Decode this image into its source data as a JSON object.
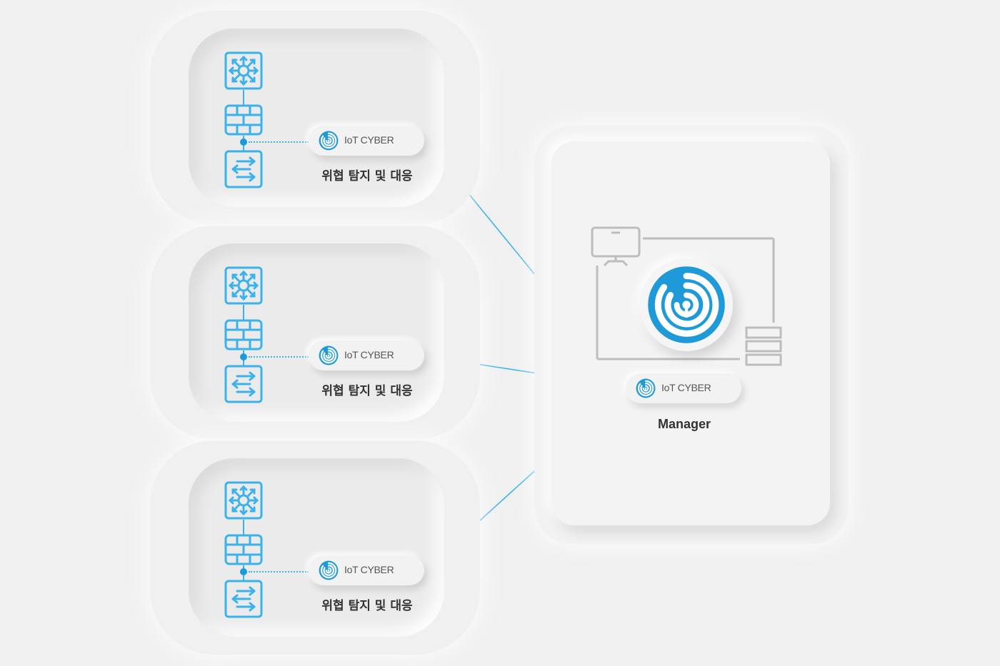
{
  "sites": [
    {
      "badge": "IoT CYBER",
      "label": "위협 탐지 및 대응"
    },
    {
      "badge": "IoT CYBER",
      "label": "위협 탐지 및 대응"
    },
    {
      "badge": "IoT CYBER",
      "label": "위협 탐지 및 대응"
    }
  ],
  "manager": {
    "badge": "IoT CYBER",
    "label": "Manager"
  },
  "colors": {
    "accent": "#1f9ad9",
    "line": "#3bb3ea",
    "gray": "#bdbdbd"
  },
  "icons": [
    "core-switch-icon",
    "firewall-icon",
    "switch-icon",
    "iot-cyber-logo-icon",
    "monitor-icon",
    "server-stack-icon"
  ]
}
